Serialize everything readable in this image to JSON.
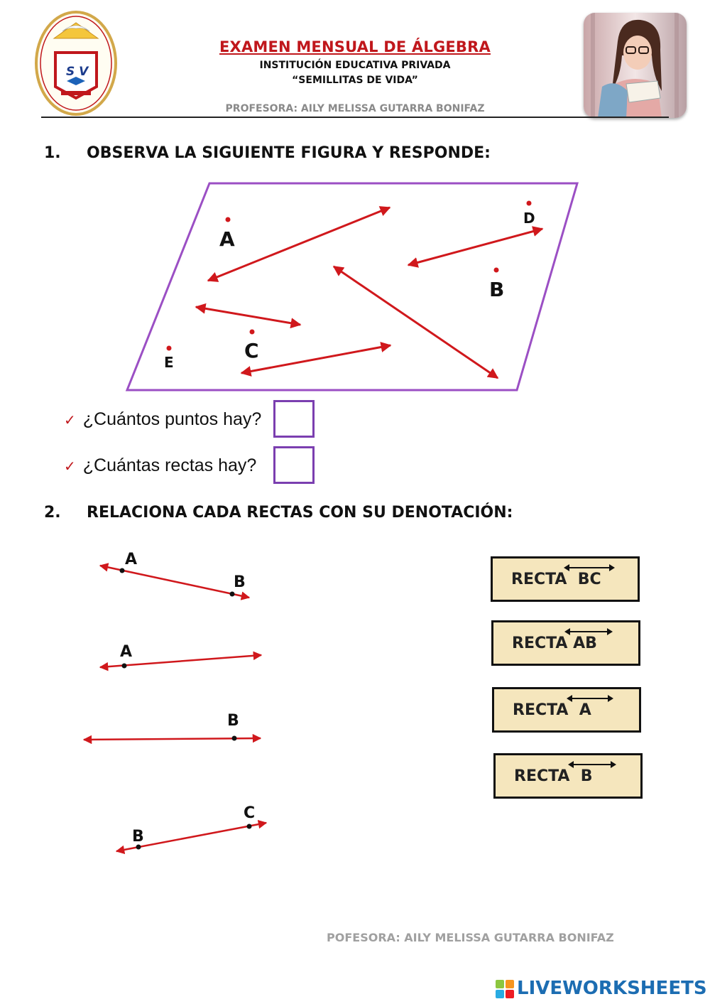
{
  "header": {
    "title": "EXAMEN MENSUAL DE ÁLGEBRA",
    "school_line1": "INSTITUCIÓN EDUCATIVA PRIVADA",
    "school_line2": "“SEMILLITAS DE VIDA”",
    "teacher": "PROFESORA: AILY MELISSA GUTARRA BONIFAZ",
    "logo_letters": "S V"
  },
  "section1": {
    "number": "1.",
    "title": "OBSERVA LA SIGUIENTE FIGURA Y RESPONDE:",
    "figure": {
      "points": [
        "A",
        "D",
        "B",
        "C",
        "E"
      ],
      "border_color": "#9b4fc4",
      "line_color": "#d0181c"
    },
    "questions": [
      {
        "label": "¿Cuántos puntos hay?",
        "answer": ""
      },
      {
        "label": "¿Cuántas rectas hay?",
        "answer": ""
      }
    ]
  },
  "section2": {
    "number": "2.",
    "title": "RELACIONA CADA RECTAS CON SU DENOTACIÓN:",
    "lines": [
      {
        "points": [
          "A",
          "B"
        ]
      },
      {
        "points": [
          "A"
        ]
      },
      {
        "points": [
          "B"
        ]
      },
      {
        "points": [
          "B",
          "C"
        ]
      }
    ],
    "denotations": [
      {
        "text": "RECTA  BC"
      },
      {
        "text": "RECTA AB"
      },
      {
        "text": "RECTA  A"
      },
      {
        "text": "RECTA  B"
      }
    ]
  },
  "footer": {
    "teacher": "POFESORA: AILY MELISSA GUTARRA BONIFAZ",
    "brand": "LIVEWORKSHEETS"
  },
  "colors": {
    "accent_red": "#c0171c",
    "purple": "#7b3fb0",
    "box_fill": "#f5e6bd",
    "brand_blue": "#1c6db2"
  }
}
